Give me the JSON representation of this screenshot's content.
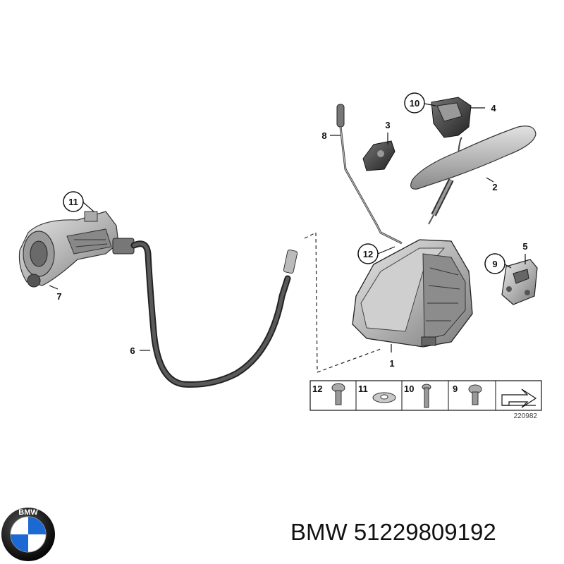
{
  "diagram": {
    "callouts": {
      "c1": "1",
      "c2": "2",
      "c3": "3",
      "c4": "4",
      "c5": "5",
      "c6": "6",
      "c7": "7",
      "c8": "8",
      "c9": "9",
      "c10": "10",
      "c11": "11",
      "c12": "12"
    },
    "fastener_table": {
      "f12": "12",
      "f11": "11",
      "f10": "10",
      "f9": "9"
    },
    "diagram_number": "220982"
  },
  "footer": {
    "brand_text": "BMW 51229809192",
    "logo_letters": "BMW",
    "logo_colors": {
      "blue": "#1c69d4",
      "white": "#ffffff",
      "ring": "#111111"
    }
  }
}
